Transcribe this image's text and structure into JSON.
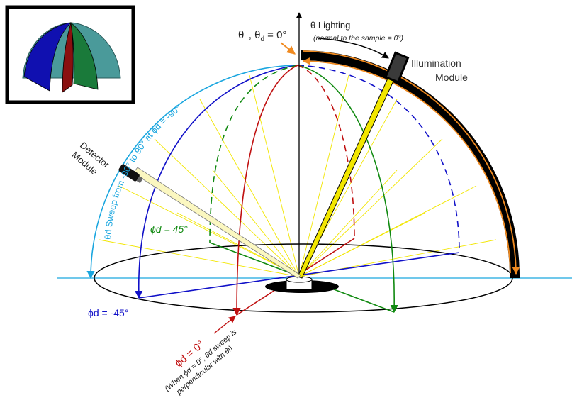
{
  "labels": {
    "theta_id_main": "θ",
    "theta_id_sub_i": "i",
    "theta_id_sep": " , θ",
    "theta_id_sub_d": "d",
    "theta_id_eq": " = 0°",
    "lighting_title": "θ Lighting",
    "lighting_note": "(normal to the sample = 0°)",
    "illumination_line1": "Illumination",
    "illumination_line2": "Module",
    "detector_line1": "Detector",
    "detector_line2": "Module",
    "sweep_text": "θd Sweep from -90° to 90° at ϕd = -90°",
    "phi45_text": "ϕd  = 45°",
    "phim45_text": "ϕd = -45°",
    "phi0_text": "ϕd = 0°",
    "note_line1": "(When ϕd = 0°, θd sweep is",
    "note_line2": "perpendicular with θi)"
  },
  "colors": {
    "blue_arc": "#1010c8",
    "green_arc": "#118a11",
    "red_arc": "#c01010",
    "cyan_arc": "#1aa6df",
    "yellow": "#f2e600",
    "orange": "#f08a20",
    "black": "#000000",
    "inset_blue": "#1010b0",
    "inset_green": "#1a7a3a",
    "inset_red": "#8a1010",
    "inset_teal": "#4a9a9a"
  }
}
